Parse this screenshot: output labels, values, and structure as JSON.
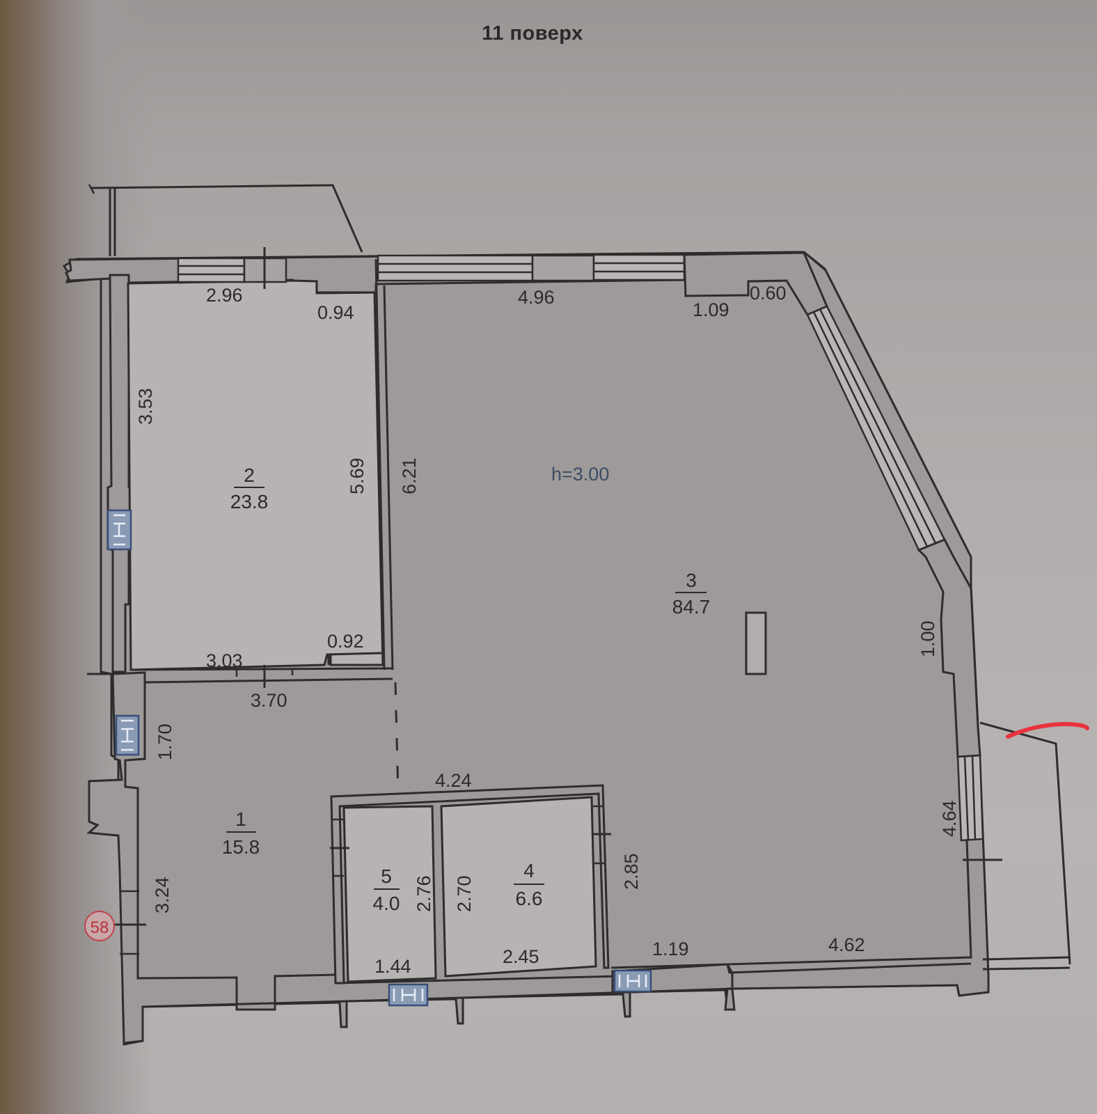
{
  "title": "11 поверх",
  "ceiling_height_label": "h=3.00",
  "rooms": [
    {
      "number": "1",
      "area": "15.8"
    },
    {
      "number": "2",
      "area": "23.8"
    },
    {
      "number": "3",
      "area": "84.7"
    },
    {
      "number": "4",
      "area": "6.6"
    },
    {
      "number": "5",
      "area": "4.0"
    }
  ],
  "dimensions": {
    "top_room2_width": "2.96",
    "room2_notch_top": "0.94",
    "top_room3_width": "4.96",
    "room3_notch_top": "1.09",
    "room3_corner": "0.60",
    "room2_left_height": "3.53",
    "room2_right_height": "5.69",
    "room3_left_height": "6.21",
    "room2_bottom_notch": "0.92",
    "room2_bottom_width": "3.03",
    "room1_top_width": "3.70",
    "room1_upper_height": "1.70",
    "room1_lower_height": "3.24",
    "utility_top_width": "4.24",
    "room5_height": "2.76",
    "room4_left_height": "2.70",
    "room4_right_height": "2.85",
    "room5_bottom_width": "1.44",
    "room4_bottom_width": "2.45",
    "room3_bottom_left": "1.19",
    "room3_bottom_right": "4.62",
    "room3_right_upper": "1.00",
    "room3_right_lower": "4.64"
  },
  "markers": {
    "axis_marker": "58"
  },
  "colors": {
    "wall_fill": "#9d9a99",
    "line": "#2e2c2c",
    "vent": "#3a4e78",
    "marker": "#c0404a",
    "annotation": "#e8333d"
  }
}
